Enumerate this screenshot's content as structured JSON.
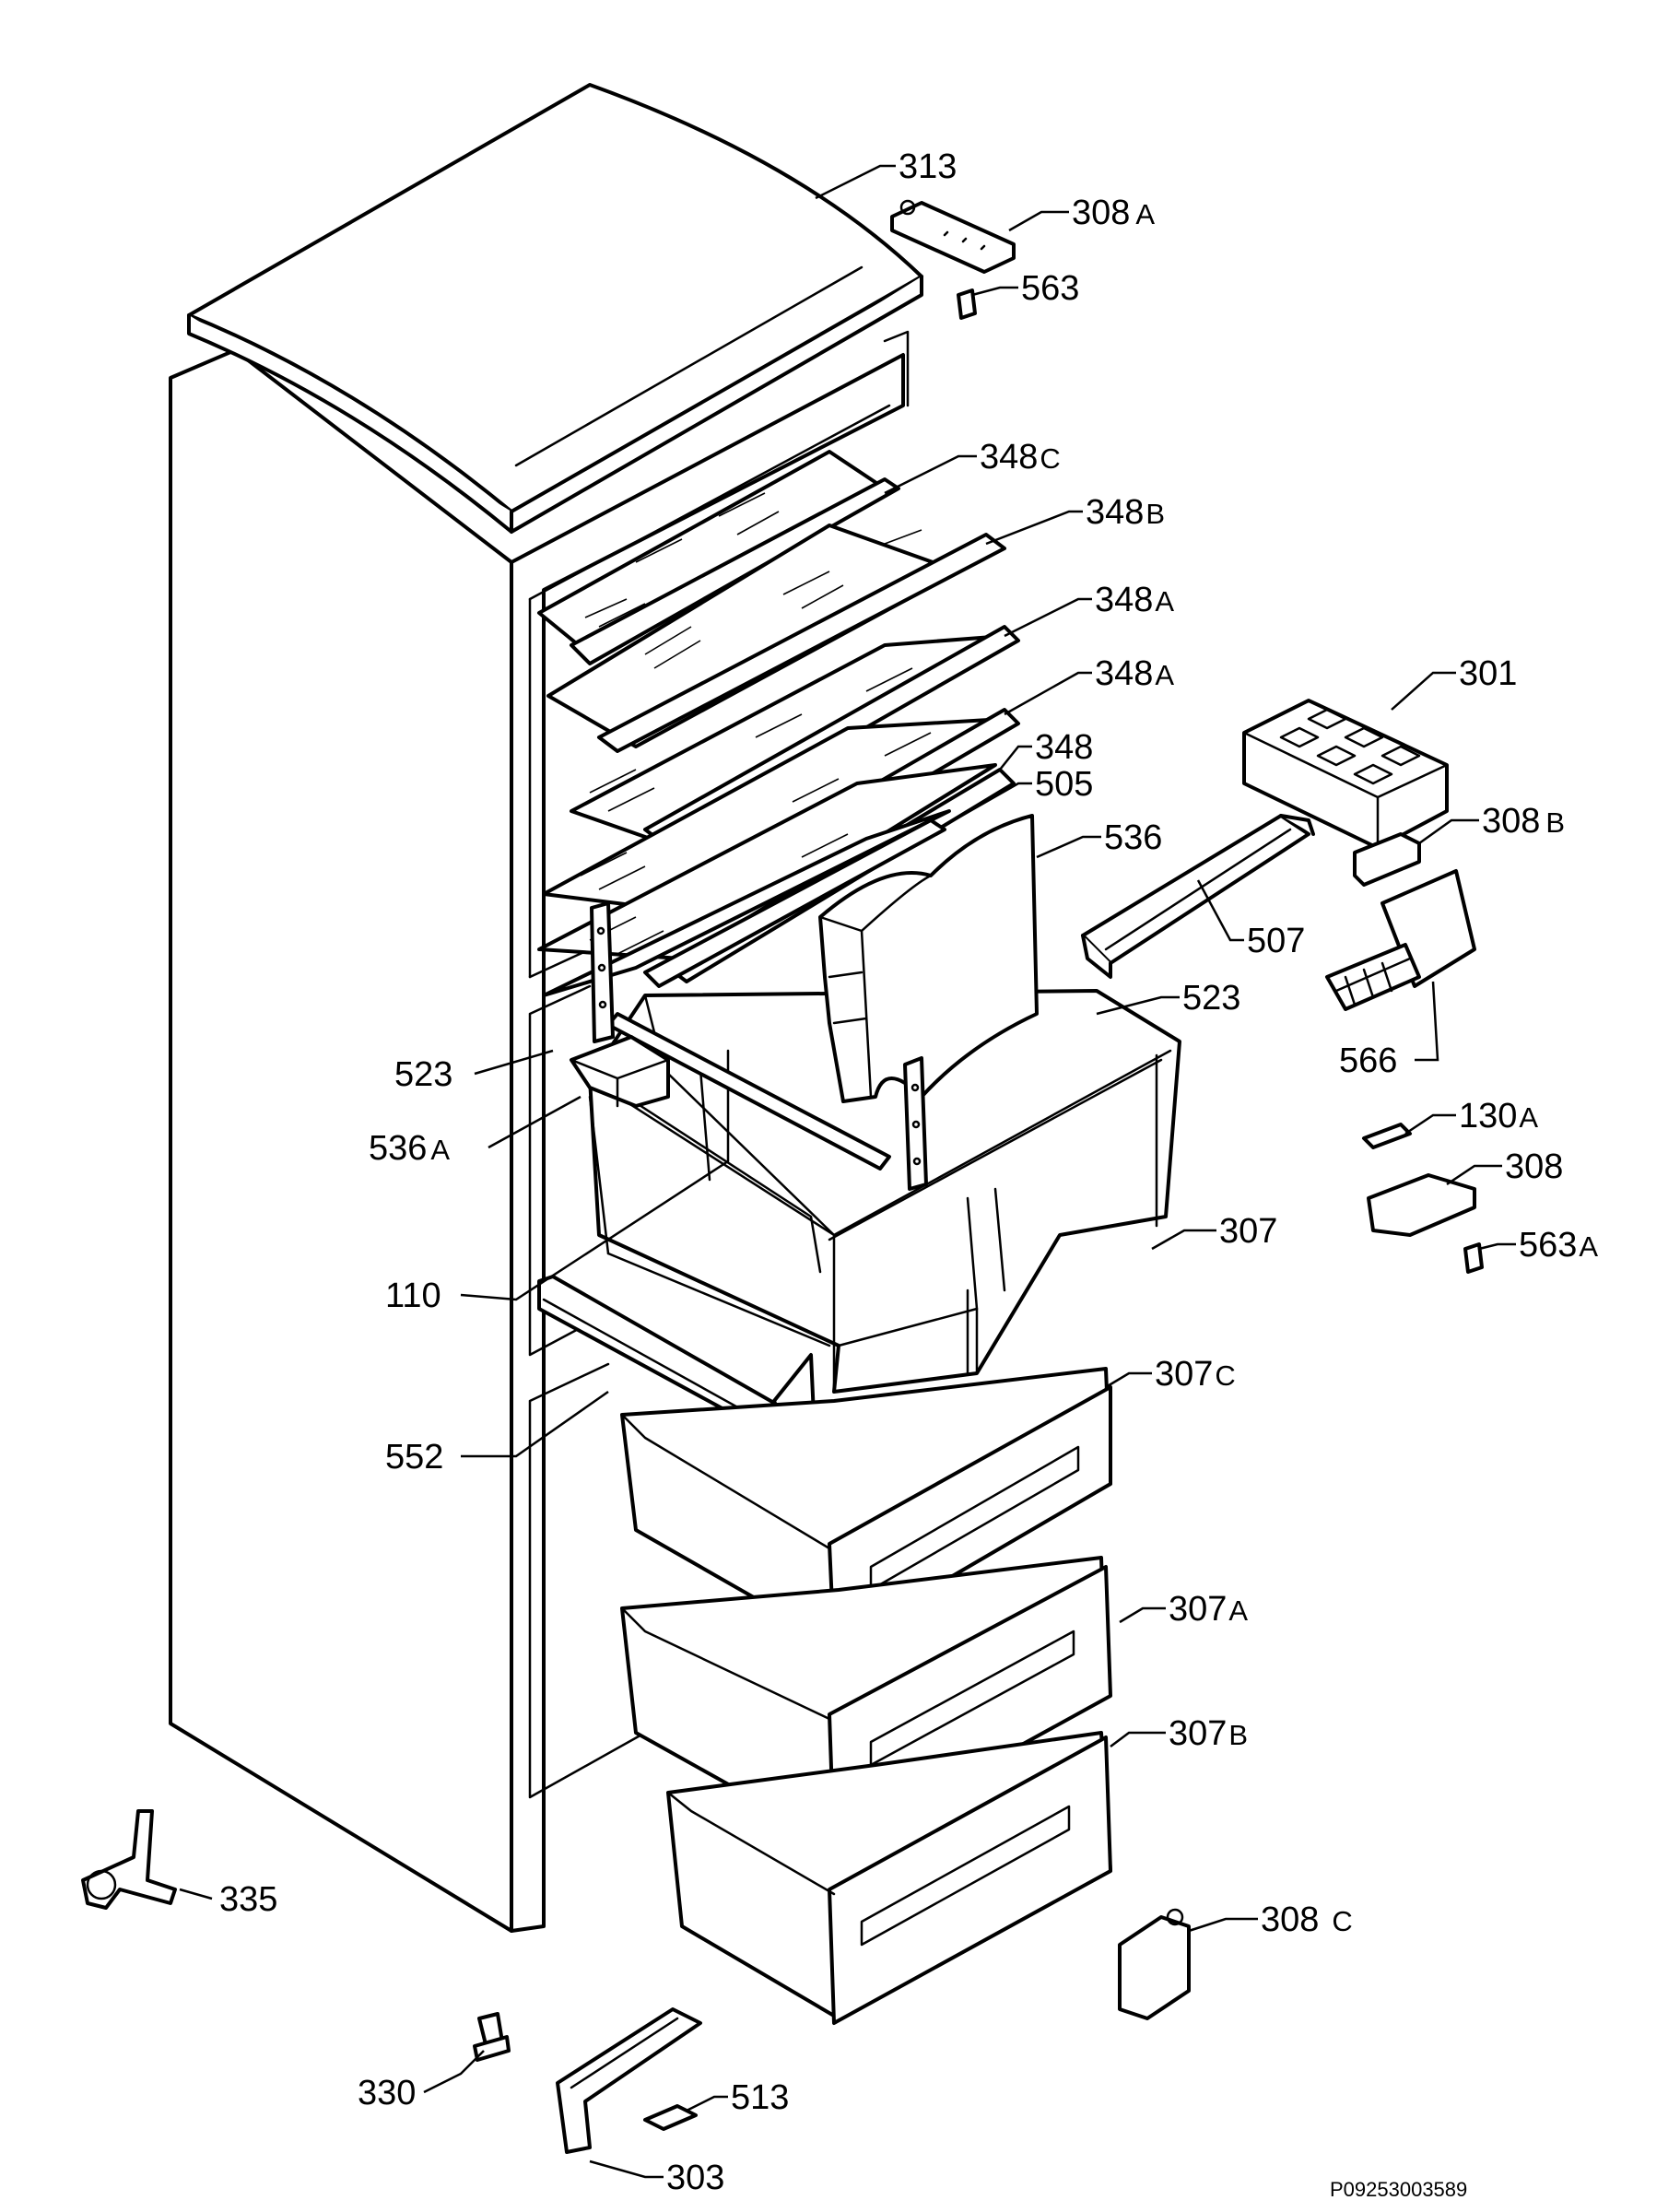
{
  "drawing_code": "P09253003589",
  "labels": {
    "l313": {
      "num": "313",
      "sfx": ""
    },
    "l308a": {
      "num": "308",
      "sfx": "A"
    },
    "l563": {
      "num": "563",
      "sfx": ""
    },
    "l348c": {
      "num": "348",
      "sfx": "C"
    },
    "l348b": {
      "num": "348",
      "sfx": "B"
    },
    "l348a1": {
      "num": "348",
      "sfx": "A"
    },
    "l348a2": {
      "num": "348",
      "sfx": "A"
    },
    "l348": {
      "num": "348",
      "sfx": ""
    },
    "l505": {
      "num": "505",
      "sfx": ""
    },
    "l536": {
      "num": "536",
      "sfx": ""
    },
    "l301": {
      "num": "301",
      "sfx": ""
    },
    "l308b": {
      "num": "308",
      "sfx": "B"
    },
    "l507": {
      "num": "507",
      "sfx": ""
    },
    "l523r": {
      "num": "523",
      "sfx": ""
    },
    "l523l": {
      "num": "523",
      "sfx": ""
    },
    "l566": {
      "num": "566",
      "sfx": ""
    },
    "l536a": {
      "num": "536",
      "sfx": "A"
    },
    "l130a": {
      "num": "130",
      "sfx": "A"
    },
    "l308": {
      "num": "308",
      "sfx": ""
    },
    "l307": {
      "num": "307",
      "sfx": ""
    },
    "l563a": {
      "num": "563",
      "sfx": "A"
    },
    "l110": {
      "num": "110",
      "sfx": ""
    },
    "l307c": {
      "num": "307",
      "sfx": "C"
    },
    "l552": {
      "num": "552",
      "sfx": ""
    },
    "l307a": {
      "num": "307",
      "sfx": "A"
    },
    "l307b": {
      "num": "307",
      "sfx": "B"
    },
    "l335": {
      "num": "335",
      "sfx": ""
    },
    "l308c": {
      "num": "308",
      "sfx": "C"
    },
    "l330": {
      "num": "330",
      "sfx": ""
    },
    "l513": {
      "num": "513",
      "sfx": ""
    },
    "l303": {
      "num": "303",
      "sfx": ""
    }
  }
}
